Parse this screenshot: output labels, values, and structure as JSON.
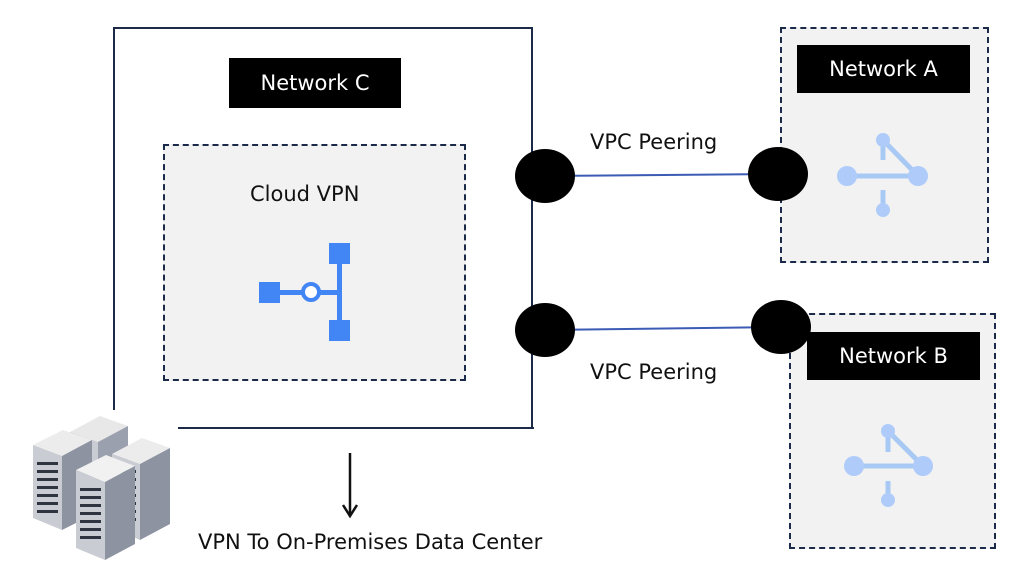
{
  "network_c": {
    "label": "Network C"
  },
  "cloud_vpn": {
    "label": "Cloud VPN"
  },
  "network_a": {
    "label": "Network A"
  },
  "network_b": {
    "label": "Network B"
  },
  "peering_top": {
    "label": "VPC Peering"
  },
  "peering_bottom": {
    "label": "VPC Peering"
  },
  "on_prem": {
    "label": "VPN To On-Premises Data Center"
  },
  "colors": {
    "frame": "#1c2a4a",
    "link": "#3b5bb5",
    "vpn_icon": "#4285f4",
    "router_icon": "#a9c9f5",
    "router_node": "#aecbfa",
    "label_bg": "#000000",
    "panel_bg": "#f2f2f2"
  },
  "icons": [
    "cloud-vpn-icon",
    "router-icon",
    "server-rack-icon",
    "arrow-down-icon",
    "peering-endpoint-icon"
  ]
}
